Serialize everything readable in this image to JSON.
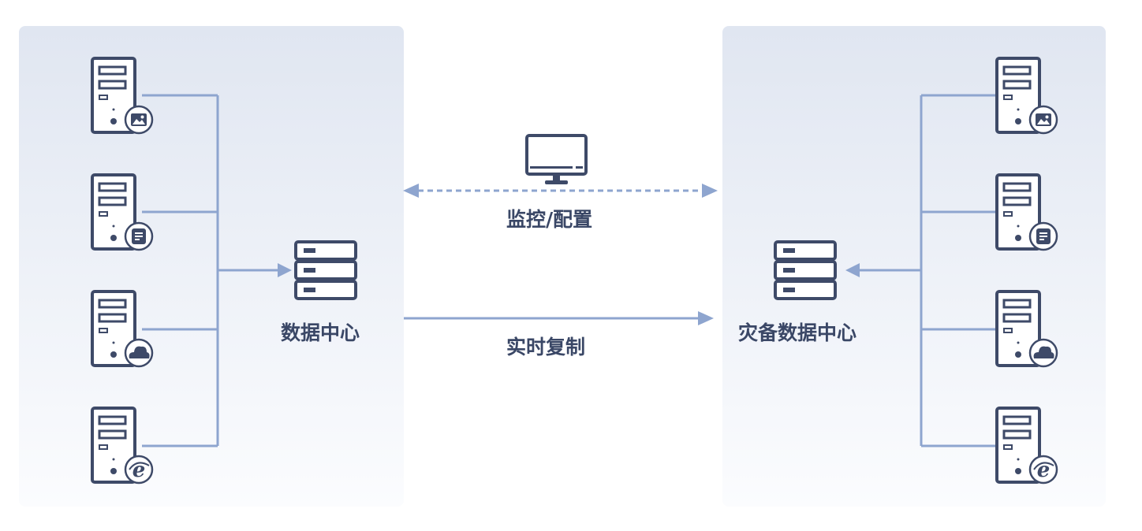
{
  "primary": {
    "label": "数据中心",
    "server_icons": [
      "image-icon",
      "document-icon",
      "cloud-icon",
      "ie-browser-icon"
    ]
  },
  "backup": {
    "label": "灾备数据中心",
    "server_icons": [
      "image-icon",
      "document-icon",
      "cloud-icon",
      "ie-browser-icon"
    ]
  },
  "links": {
    "monitor_label": "监控/配置",
    "replication_label": "实时复制",
    "monitor_icon": "monitor-icon"
  },
  "colors": {
    "panel_top": "#e0e6f1",
    "panel_bottom": "#fbfcfe",
    "icon_dark": "#3e4a68",
    "line": "#8ea5cf"
  }
}
